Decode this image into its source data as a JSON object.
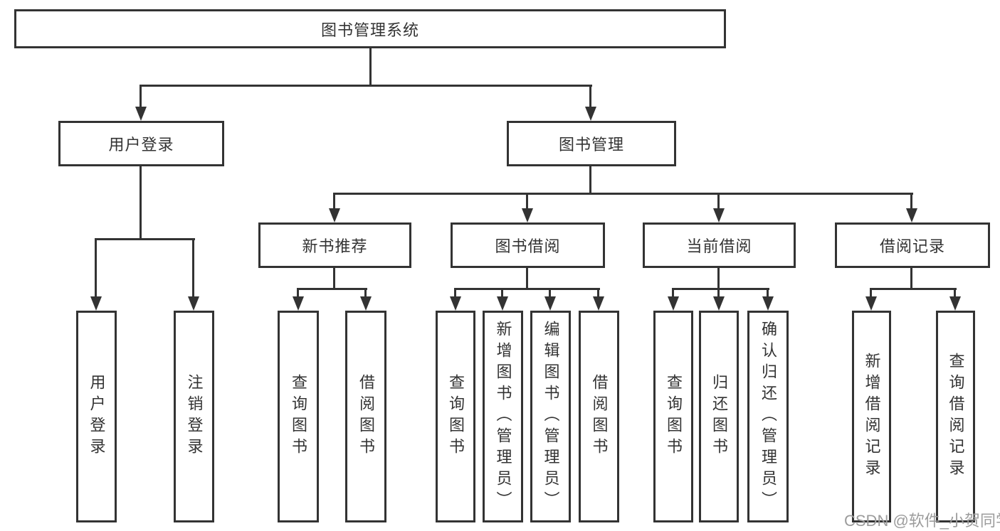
{
  "colors": {
    "line": "#333333",
    "text": "#333333",
    "watermark": "#9c9c9c",
    "box_background": "#ffffff"
  },
  "watermark": {
    "text": "CSDN @软件_小贺同学"
  },
  "diagram": {
    "root": "图书管理系统",
    "user_login": {
      "label": "用户登录",
      "children": [
        "用户登录",
        "注销登录"
      ]
    },
    "book_management": {
      "label": "图书管理",
      "sections": [
        {
          "label": "新书推荐",
          "children": [
            "查询图书",
            "借阅图书"
          ]
        },
        {
          "label": "图书借阅",
          "children": [
            "查询图书",
            "新增图书（管理员）",
            "编辑图书（管理员）",
            "借阅图书"
          ]
        },
        {
          "label": "当前借阅",
          "children": [
            "查询图书",
            "归还图书",
            "确认归还（管理员）"
          ]
        },
        {
          "label": "借阅记录",
          "children": [
            "新增借阅记录",
            "查询借阅记录"
          ]
        }
      ]
    }
  }
}
